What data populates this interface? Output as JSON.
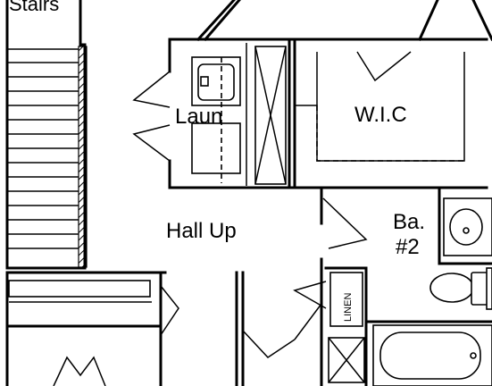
{
  "rooms": {
    "stairs": "Stairs",
    "laundry": "Laun",
    "wic": "W.I.C",
    "hall": "Hall Up",
    "bath_line1": "Ba.",
    "bath_line2": "#2",
    "linen": "LINEN"
  },
  "colors": {
    "line": "#000000",
    "background": "#ffffff"
  }
}
